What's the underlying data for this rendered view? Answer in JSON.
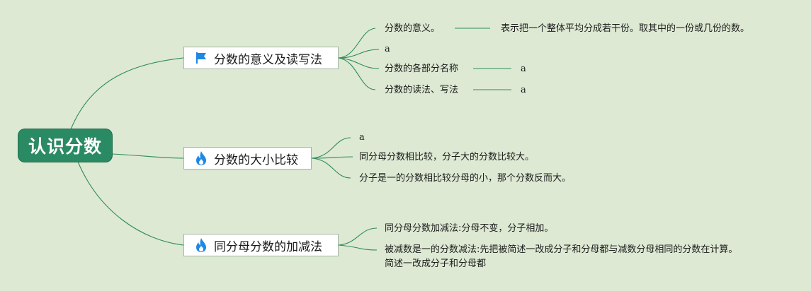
{
  "root": {
    "label": "认识分数"
  },
  "topics": [
    {
      "id": "t1",
      "label": "分数的意义及读写法",
      "icon": "flag-icon",
      "icon_color": "#1e88e5"
    },
    {
      "id": "t2",
      "label": "分数的大小比较",
      "icon": "flame-icon",
      "icon_color": "#1e88e5"
    },
    {
      "id": "t3",
      "label": "同分母分数的加减法",
      "icon": "flame-icon",
      "icon_color": "#1e88e5"
    }
  ],
  "leaves": {
    "t1": [
      {
        "label": "分数的意义。",
        "detail": "表示把一个整体平均分成若干份。取其中的一份或几份的数。"
      },
      {
        "label": "a"
      },
      {
        "label": "分数的各部分名称",
        "detail": "a"
      },
      {
        "label": "分数的读法、写法",
        "detail": "a"
      }
    ],
    "t2": [
      {
        "label": "a"
      },
      {
        "label": "同分母分数相比较，分子大的分数比较大。"
      },
      {
        "label": "分子是一的分数相比较分母的小，那个分数反而大。"
      }
    ],
    "t3": [
      {
        "label": "同分母分数加减法:分母不变，分子相加。"
      },
      {
        "label": "被减数是一的分数减法:先把被简述一改成分子和分母都与减数分母相同的分数在计算。简述一改成分子和分母都"
      }
    ]
  },
  "colors": {
    "background": "#dde9d3",
    "root_fill": "#2a8a63",
    "line": "#2f8a5e"
  }
}
